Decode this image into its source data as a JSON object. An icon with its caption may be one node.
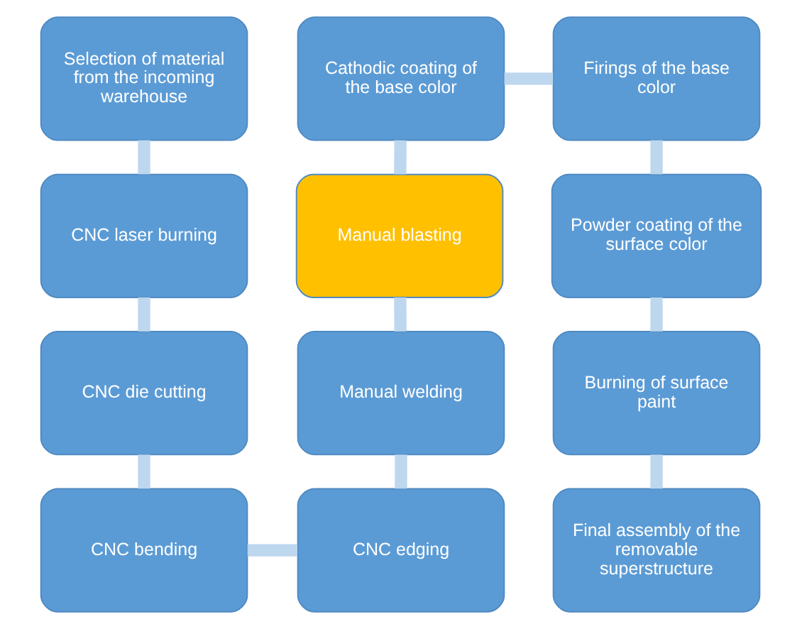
{
  "diagram": {
    "nodes": [
      {
        "text": [
          "Selection of material from the incoming warehouse"
        ]
      },
      {
        "text": [
          "CNC laser burning"
        ]
      },
      {
        "text": [
          "CNC die cutting"
        ]
      },
      {
        "text": [
          "CNC bending"
        ]
      },
      {
        "text": [
          "Cathodic coating of the base color"
        ]
      },
      {
        "text": [
          "Manual blasting"
        ]
      },
      {
        "text": [
          "Manual welding"
        ]
      },
      {
        "text": [
          "CNC edging"
        ]
      },
      {
        "text": [
          "Firings of the base color"
        ]
      },
      {
        "text": [
          "Powder coating of the surface color"
        ]
      },
      {
        "text": [
          "Burning of surface paint"
        ]
      },
      {
        "text": [
          "Final assembly of the removable superstructure"
        ]
      }
    ],
    "edges": [
      {
        "from": 0,
        "to": 1,
        "arrow": "none"
      },
      {
        "from": 1,
        "to": 2,
        "arrow": "none"
      },
      {
        "from": 2,
        "to": 3,
        "arrow": "none"
      },
      {
        "from": 3,
        "to": 7,
        "arrow": "none"
      },
      {
        "from": 7,
        "to": 6,
        "arrow": "none"
      },
      {
        "from": 6,
        "to": 5,
        "arrow": "none"
      },
      {
        "from": 5,
        "to": 4,
        "arrow": "none"
      },
      {
        "from": 4,
        "to": 8,
        "arrow": "none"
      },
      {
        "from": 8,
        "to": 9,
        "arrow": "none"
      },
      {
        "from": 9,
        "to": 10,
        "arrow": "none"
      },
      {
        "from": 10,
        "to": 11,
        "arrow": "none"
      }
    ]
  }
}
